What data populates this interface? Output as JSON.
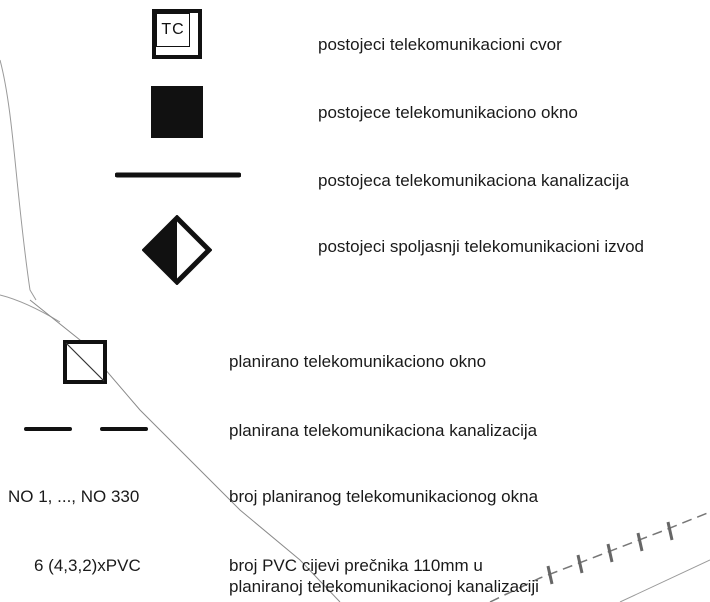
{
  "legend": {
    "items": [
      {
        "symbol": "tc-node-icon",
        "symbol_text": "TC",
        "label": "postojeci telekomunikacioni cvor"
      },
      {
        "symbol": "filled-square-icon",
        "label": "postojece telekomunikaciono okno"
      },
      {
        "symbol": "solid-line-icon",
        "label": "postojeca telekomunikaciona kanalizacija"
      },
      {
        "symbol": "half-filled-diamond-icon",
        "label": "postojeci spoljasnji telekomunikacioni izvod"
      },
      {
        "symbol": "crossed-square-icon",
        "label": "planirano telekomunikaciono okno"
      },
      {
        "symbol": "dashed-line-icon",
        "label": "planirana telekomunikaciona kanalizacija"
      },
      {
        "symbol_text": "NO 1, ..., NO 330",
        "label": "broj planiranog telekomunikacionog okna"
      },
      {
        "symbol_text": "6 (4,3,2)xPVC",
        "label_line1": "broj PVC cijevi prečnika 110mm u",
        "label_line2": "planiranoj telekomunikacionoj kanalizaciji"
      }
    ]
  },
  "colors": {
    "ink": "#111111",
    "background": "#ffffff"
  }
}
